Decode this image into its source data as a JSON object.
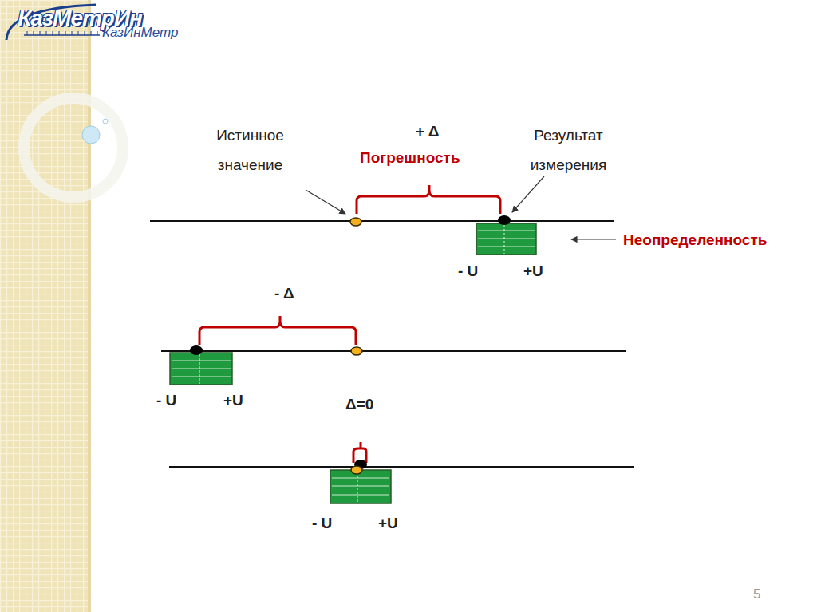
{
  "diagram": {
    "labels": [
      "КазМетрИн",
      "КазИнМетр",
      "Истинное значение",
      "+ Δ",
      "Погрешность",
      "Результат измерения",
      "Неопределенность",
      "- U",
      "+U",
      "- Δ",
      "- U",
      "+U",
      "Δ=0",
      "- U",
      "+U",
      "5"
    ]
  }
}
